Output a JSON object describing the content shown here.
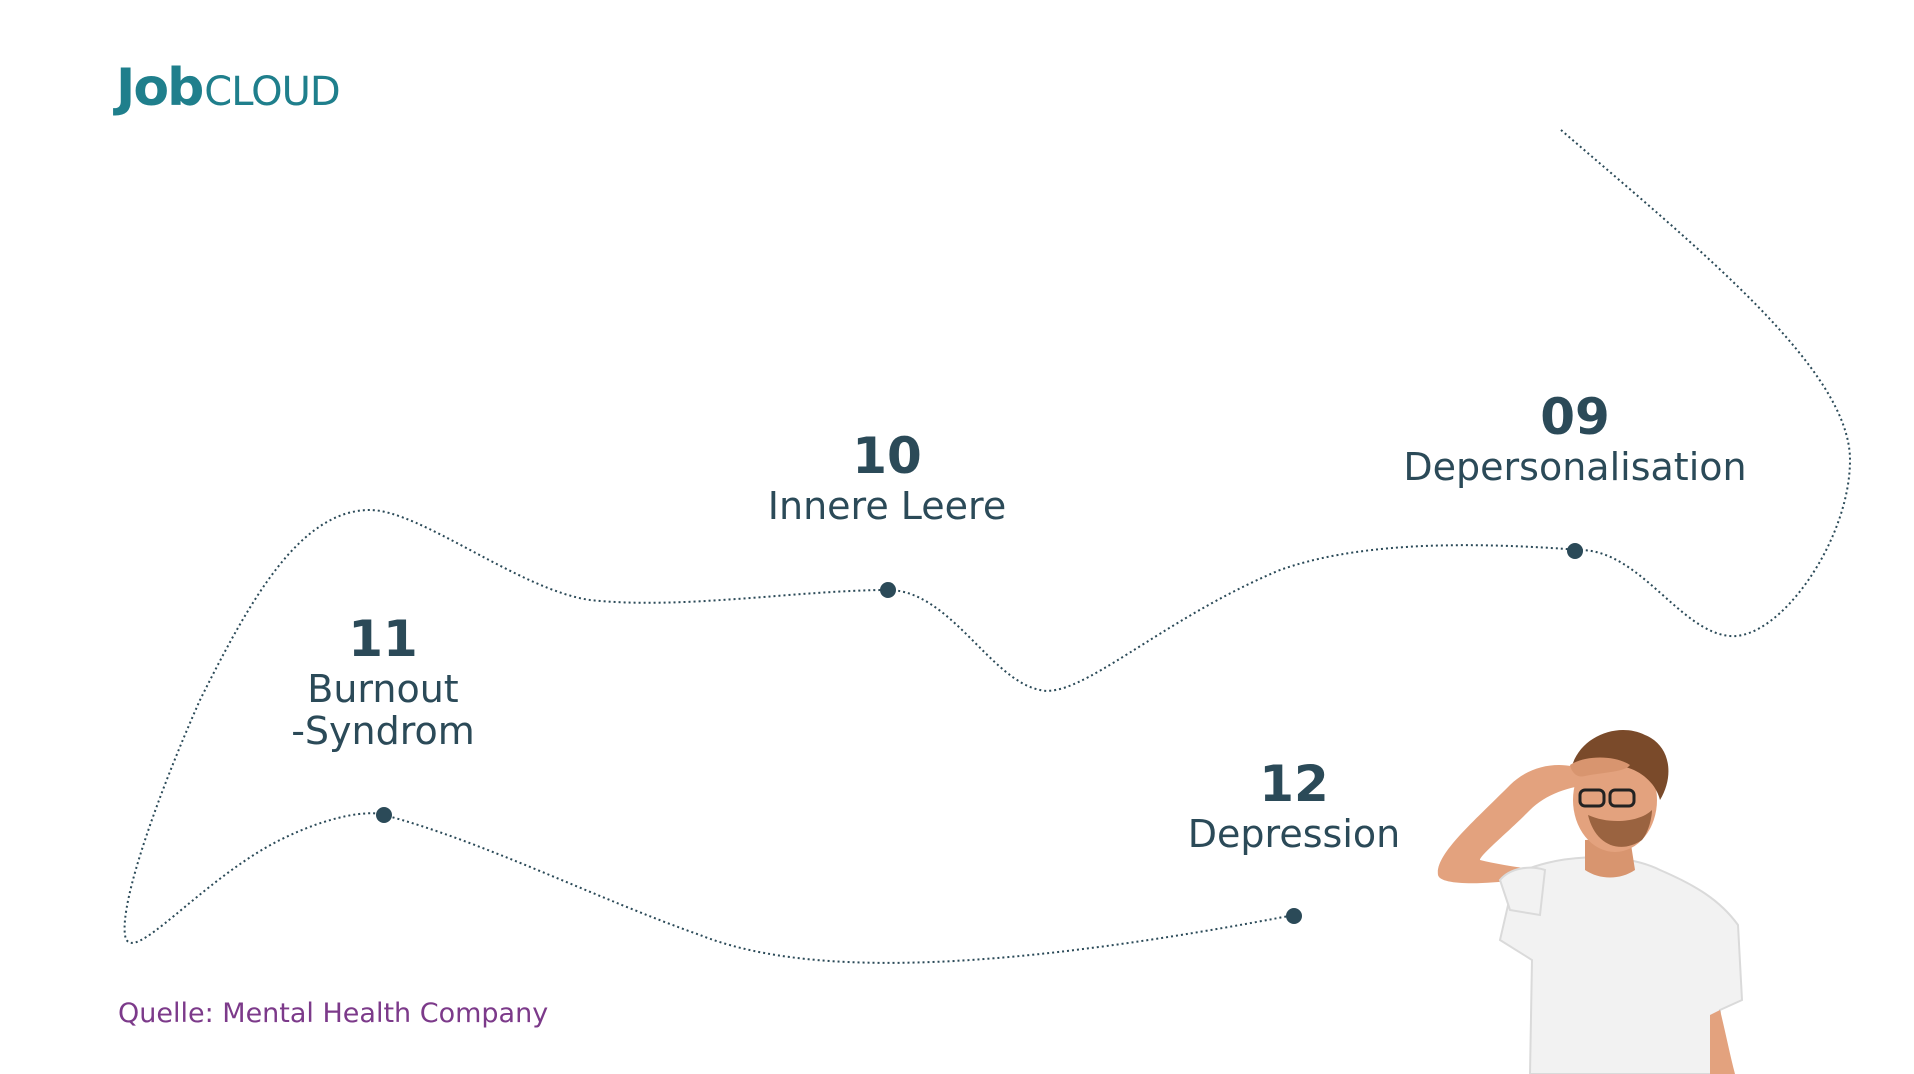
{
  "logo": {
    "brand_bold": "Job",
    "brand_light": "CLOUD",
    "color": "#1f7f8c"
  },
  "steps": [
    {
      "number": "09",
      "label": "Depersonalisation"
    },
    {
      "number": "10",
      "label": "Innere Leere"
    },
    {
      "number": "11",
      "label_line1": "Burnout",
      "label_line2": "-Syndrom"
    },
    {
      "number": "12",
      "label": "Depression"
    }
  ],
  "source": "Quelle: Mental Health Company",
  "colors": {
    "text": "#2b4a58",
    "path": "#2b4a58",
    "source": "#7c3a8a",
    "shirt": "#f2f2f2",
    "skin": "#e3a27e",
    "hair": "#7a4a2a"
  },
  "illustration": "person-with-hand-on-forehead"
}
